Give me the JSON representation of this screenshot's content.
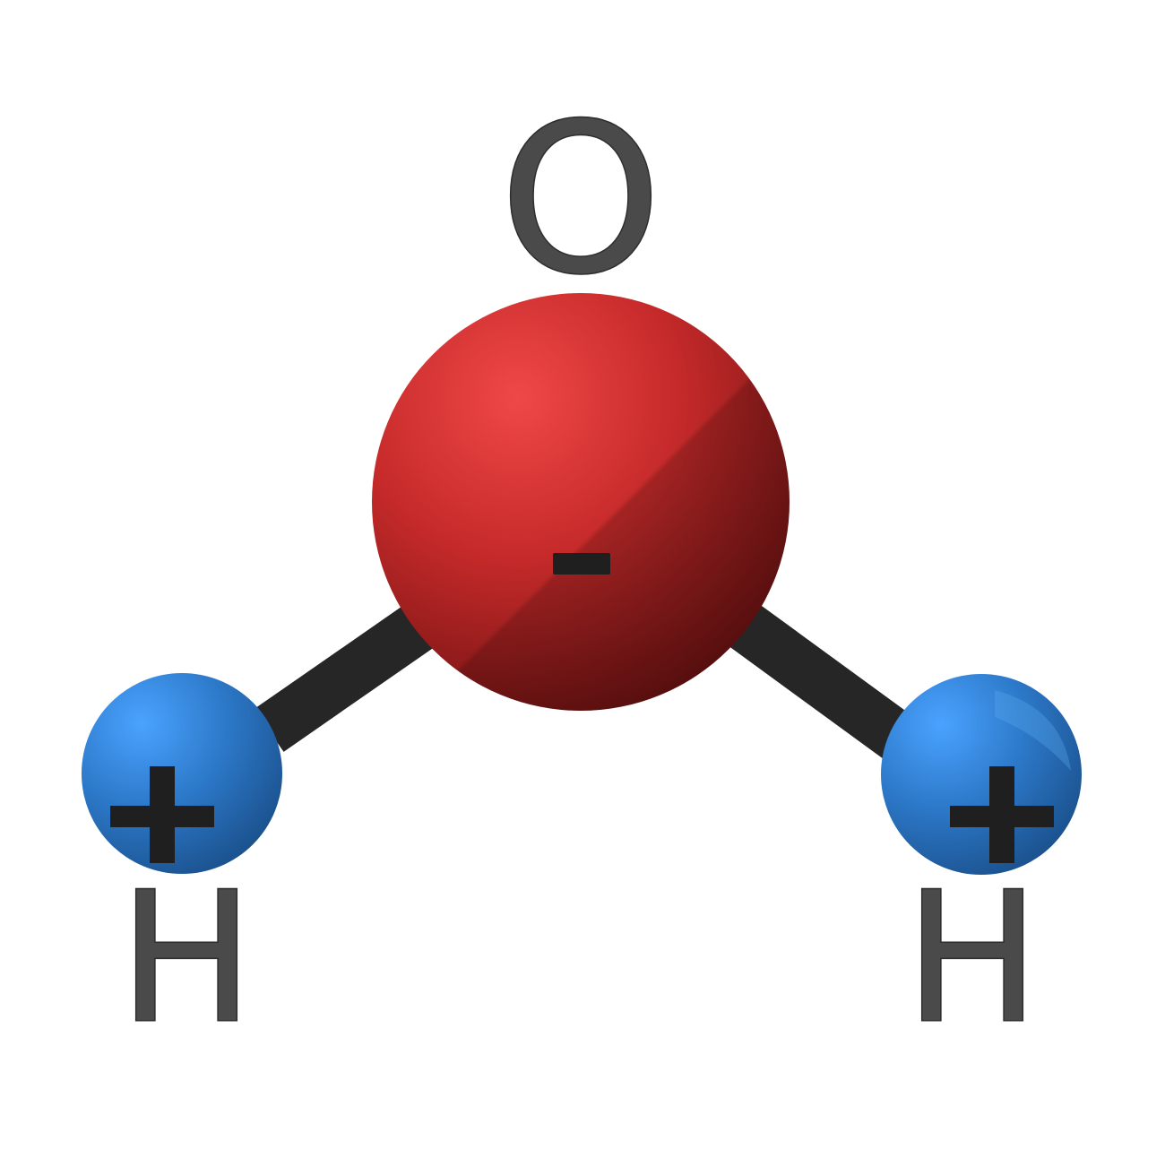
{
  "molecule": {
    "oxygen": {
      "symbol": "O",
      "charge": "-",
      "color": "#c62828"
    },
    "hydrogen_left": {
      "symbol": "H",
      "charge": "+",
      "color": "#2e7fd6"
    },
    "hydrogen_right": {
      "symbol": "H",
      "charge": "+",
      "color": "#2e7fd6"
    },
    "bond_color": "#222222"
  }
}
